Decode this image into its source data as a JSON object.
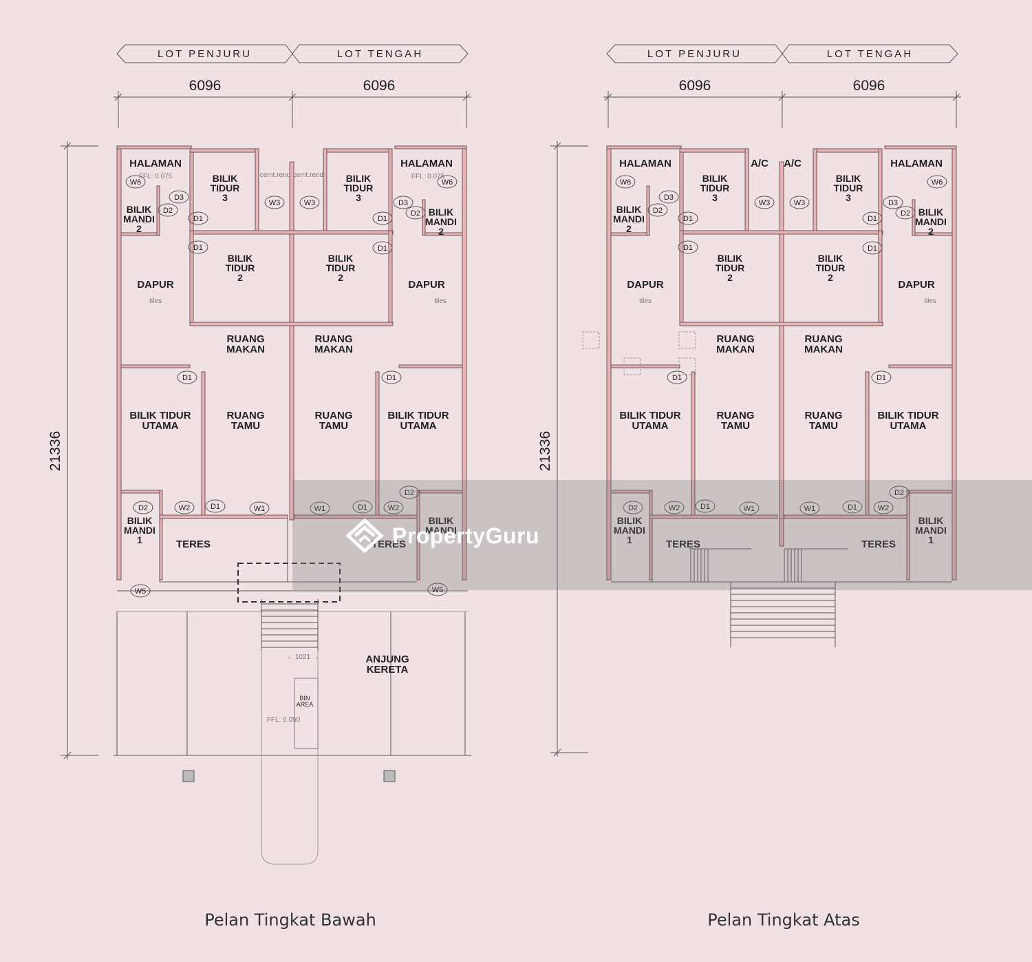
{
  "colors": {
    "background": "#f0e2e4",
    "wall_fill": "#e7b3b9",
    "wall_stroke": "#6a5455",
    "line": "#555555",
    "text": "#222222",
    "watermark": "#ffffff"
  },
  "watermark": {
    "brand": "PropertyGuru",
    "icon": "house-logo-icon"
  },
  "plans": [
    {
      "caption": "Pelan Tingkat Bawah",
      "lot_labels": [
        "LOT PENJURU",
        "LOT TENGAH"
      ],
      "widths": [
        "6096",
        "6096"
      ],
      "depth": "21336",
      "rooms": {
        "halaman_l": "HALAMAN",
        "halaman_r": "HALAMAN",
        "bilik_tidur3_l": [
          "BILIK",
          "TIDUR",
          "3"
        ],
        "bilik_tidur3_r": [
          "BILIK",
          "TIDUR",
          "3"
        ],
        "bilik_mandi2_l": [
          "BILIK",
          "MANDI",
          "2"
        ],
        "bilik_mandi2_r": [
          "BILIK",
          "MANDI",
          "2"
        ],
        "bilik_tidur2_l": [
          "BILIK",
          "TIDUR",
          "2"
        ],
        "bilik_tidur2_r": [
          "BILIK",
          "TIDUR",
          "2"
        ],
        "dapur_l": "DAPUR",
        "dapur_r": "DAPUR",
        "ruang_makan_l": [
          "RUANG",
          "MAKAN"
        ],
        "ruang_makan_r": [
          "RUANG",
          "MAKAN"
        ],
        "utama_l": [
          "BILIK TIDUR",
          "UTAMA"
        ],
        "utama_r": [
          "BILIK TIDUR",
          "UTAMA"
        ],
        "ruang_tamu_l": [
          "RUANG",
          "TAMU"
        ],
        "ruang_tamu_r": [
          "RUANG",
          "TAMU"
        ],
        "bilik_mandi1_l": [
          "BILIK",
          "MANDI",
          "1"
        ],
        "bilik_mandi1_r": [
          "BILIK",
          "MANDI"
        ],
        "teres_l": "TERES",
        "teres_r": "TERES",
        "anjung": [
          "ANJUNG",
          "KERETA"
        ],
        "bin_area": [
          "BIN",
          "AREA"
        ]
      },
      "tags": {
        "w3": "W3",
        "w2": "W2",
        "w1": "W1",
        "w5": "W5",
        "w6": "W6",
        "d1": "D1",
        "d2": "D2",
        "d3": "D3",
        "ffl_075": "FFL: 0.075",
        "ffl_050": "FFL: 0.050",
        "cemt": "cemt.rend",
        "tiles": "tiles",
        "dim_1021": "1021"
      }
    },
    {
      "caption": "Pelan Tingkat Atas",
      "lot_labels": [
        "LOT PENJURU",
        "LOT TENGAH"
      ],
      "widths": [
        "6096",
        "6096"
      ],
      "depth": "21336",
      "rooms": {
        "halaman_l": "HALAMAN",
        "halaman_r": "HALAMAN",
        "ac_l": "A/C",
        "ac_r": "A/C",
        "bilik_tidur3_l": [
          "BILIK",
          "TIDUR",
          "3"
        ],
        "bilik_tidur3_r": [
          "BILIK",
          "TIDUR",
          "3"
        ],
        "bilik_mandi2_l": [
          "BILIK",
          "MANDI",
          "2"
        ],
        "bilik_mandi2_r": [
          "BILIK",
          "MANDI",
          "2"
        ],
        "bilik_tidur2_l": [
          "BILIK",
          "TIDUR",
          "2"
        ],
        "bilik_tidur2_r": [
          "BILIK",
          "TIDUR",
          "2"
        ],
        "dapur_l": "DAPUR",
        "dapur_r": "DAPUR",
        "ruang_makan_l": [
          "RUANG",
          "MAKAN"
        ],
        "ruang_makan_r": [
          "RUANG",
          "MAKAN"
        ],
        "utama_l": [
          "BILIK TIDUR",
          "UTAMA"
        ],
        "utama_r": [
          "BILIK TIDUR",
          "UTAMA"
        ],
        "ruang_tamu_l": [
          "RUANG",
          "TAMU"
        ],
        "ruang_tamu_r": [
          "RUANG",
          "TAMU"
        ],
        "bilik_mandi1_l": [
          "BILIK",
          "MANDI",
          "1"
        ],
        "bilik_mandi1_r": [
          "BILIK",
          "MANDI",
          "1"
        ],
        "teres_l": "TERES",
        "teres_r": "TERES"
      },
      "tags": {
        "w3": "W3",
        "w2": "W2",
        "w1": "W1",
        "w6": "W6",
        "d1": "D1",
        "d2": "D2",
        "d3": "D3",
        "tiles": "tiles"
      }
    }
  ]
}
